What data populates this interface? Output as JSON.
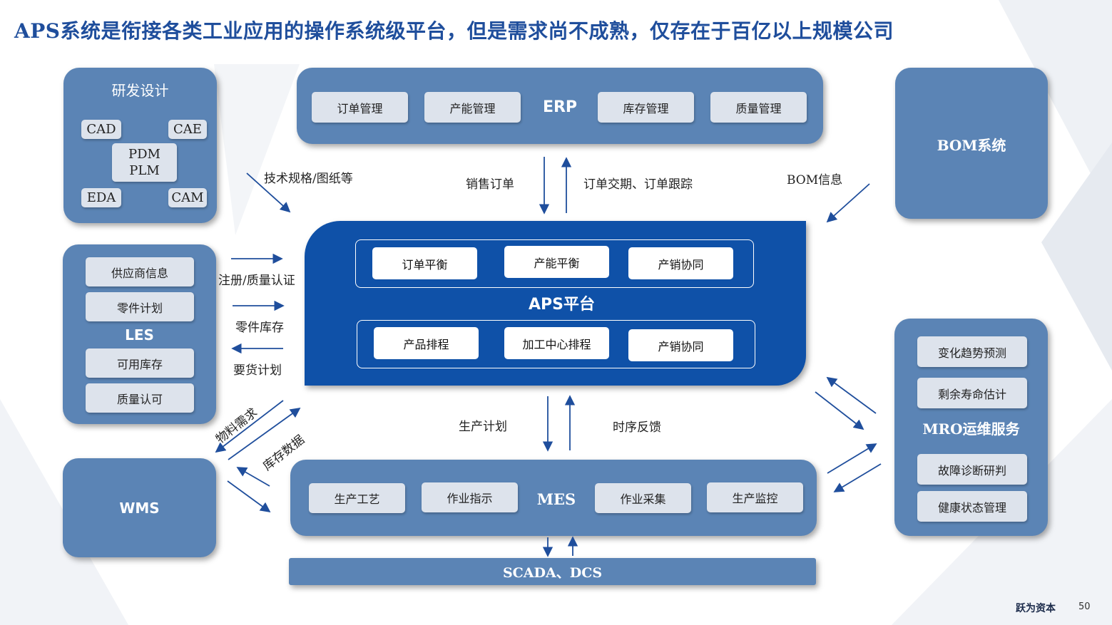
{
  "title": "APS系统是衔接各类工业应用的操作系统级平台，但是需求尚不成熟，仅存在于百亿以上规模公司",
  "rd": {
    "title": "研发设计",
    "cad": "CAD",
    "cae": "CAE",
    "pdm": "PDM",
    "plm": "PLM",
    "eda": "EDA",
    "cam": "CAM"
  },
  "erp": {
    "title": "ERP",
    "items": [
      "订单管理",
      "产能管理",
      "库存管理",
      "质量管理"
    ]
  },
  "bom": {
    "title": "BOM系统"
  },
  "les": {
    "title": "LES",
    "items": [
      "供应商信息",
      "零件计划",
      "可用库存",
      "质量认可"
    ]
  },
  "aps": {
    "title": "APS平台",
    "top": [
      "订单平衡",
      "产能平衡",
      "产销协同"
    ],
    "bottom": [
      "产品排程",
      "加工中心排程",
      "产销协同"
    ]
  },
  "mro": {
    "title": "MRO运维服务",
    "items": [
      "变化趋势预测",
      "剩余寿命估计",
      "故障诊断研判",
      "健康状态管理"
    ]
  },
  "wms": {
    "title": "WMS"
  },
  "mes": {
    "title": "MES",
    "items": [
      "生产工艺",
      "作业指示",
      "作业采集",
      "生产监控"
    ]
  },
  "scada": {
    "title": "SCADA、DCS"
  },
  "labels": {
    "tech": "技术规格/图纸等",
    "sales_order": "销售订单",
    "order_track": "订单交期、订单跟踪",
    "bom_info": "BOM信息",
    "register": "注册/质量认证",
    "parts_stock": "零件库存",
    "demand_plan": "要货计划",
    "material": "物料需求",
    "stock_data": "库存数据",
    "prod_plan": "生产计划",
    "timing": "时序反馈"
  },
  "footer": {
    "logo": "跃为资本",
    "page": "50"
  },
  "colors": {
    "panel": "#5b84b5",
    "aps": "#0f51a8",
    "title": "#1f4e9c",
    "pill": "#dde3ec"
  }
}
